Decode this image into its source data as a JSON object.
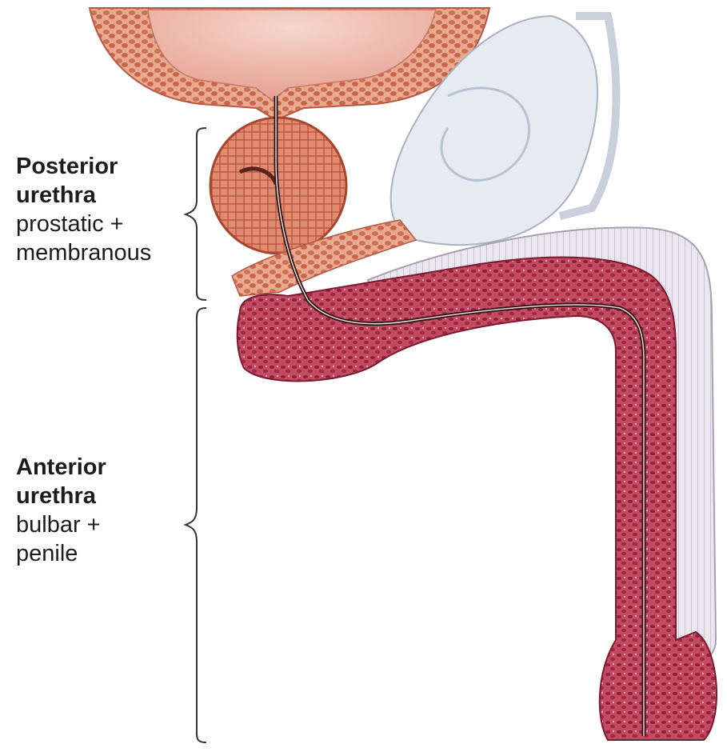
{
  "labels": {
    "posterior": {
      "title_line1": "Posterior",
      "title_line2": "urethra",
      "sub_line1": "prostatic +",
      "sub_line2": "membranous"
    },
    "anterior": {
      "title_line1": "Anterior",
      "title_line2": "urethra",
      "sub_line1": "bulbar +",
      "sub_line2": "penile"
    }
  },
  "colors": {
    "bladder_wall": "#e9a99a",
    "bladder_lumen": "#f3c7bd",
    "prostate": "#d9785f",
    "spongy_tissue": "#b93a55",
    "spongy_dark": "#8e2038",
    "corpus_light": "#e8e4ec",
    "seminal_vesicle": "#e4e9f1",
    "urethra_line": "#2a1414",
    "bracket": "#333333"
  }
}
